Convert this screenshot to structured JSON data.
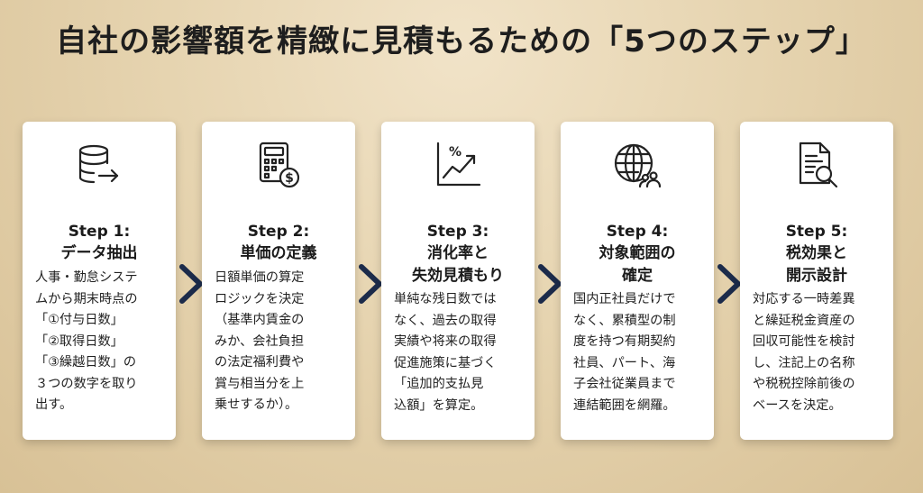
{
  "title": "自社の影響額を精緻に見積もるための「5つのステップ」",
  "steps": [
    {
      "icon": "database-export-icon",
      "label": "Step 1:",
      "name": "データ抽出",
      "description": "人事・勤怠システ\nムから期末時点の\n「①付与日数」\n「②取得日数」\n「③繰越日数」の\n３つの数字を取り\n出す。"
    },
    {
      "icon": "calculator-coin-icon",
      "label": "Step 2:",
      "name": "単価の定義",
      "description": "日額単価の算定\nロジックを決定\n（基準内賃金の\nみか、会社負担\nの法定福利費や\n賞与相当分を上\n乗せするか）。"
    },
    {
      "icon": "percent-trend-icon",
      "label": "Step 3:",
      "name": "消化率と\n失効見積もり",
      "description": "単純な残日数では\nなく、過去の取得\n実績や将来の取得\n促進施策に基づく\n「追加的支払見\n込額」を算定。"
    },
    {
      "icon": "globe-people-icon",
      "label": "Step 4:",
      "name": "対象範囲の\n確定",
      "description": "国内正社員だけで\nなく、累積型の制\n度を持つ有期契約\n社員、パート、海\n子会社従業員まで\n連結範囲を網羅。"
    },
    {
      "icon": "document-search-icon",
      "label": "Step 5:",
      "name": "税効果と\n開示設計",
      "description": "対応する一時差異\nと繰延税金資産の\n回収可能性を検討\nし、注記上の名称\nや税税控除前後の\nベースを決定。"
    }
  ],
  "colors": {
    "accent": "#1c2b4a",
    "icon": "#222222",
    "card": "#ffffff"
  }
}
